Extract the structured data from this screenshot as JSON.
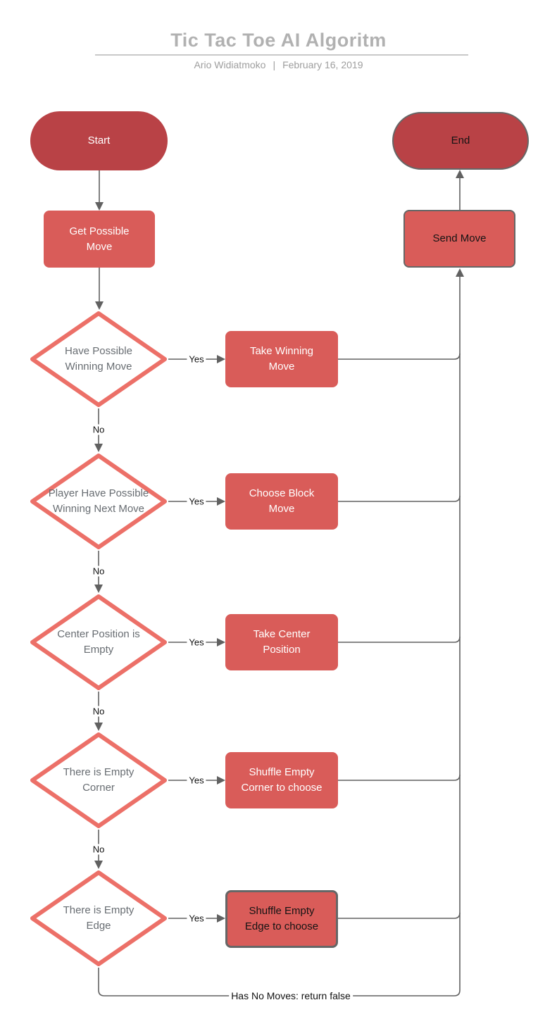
{
  "header": {
    "title": "Tic Tac Toe AI Algoritm",
    "author": "Ario Widiatmoko",
    "separator": "|",
    "date": "February 16, 2019"
  },
  "nodes": {
    "start": {
      "label": "Start",
      "type": "terminator"
    },
    "end": {
      "label": "End",
      "type": "terminator"
    },
    "get_possible_move": {
      "label": "Get Possible Move",
      "type": "process"
    },
    "send_move": {
      "label": "Send Move",
      "type": "process"
    }
  },
  "decisions": [
    {
      "label": "Have Possible Winning Move"
    },
    {
      "label": "Player Have Possible Winning Next Move"
    },
    {
      "label": "Center Position is Empty"
    },
    {
      "label": "There is Empty Corner"
    },
    {
      "label": "There is Empty Edge"
    }
  ],
  "actions": [
    {
      "label": "Take Winning Move"
    },
    {
      "label": "Choose Block Move"
    },
    {
      "label": "Take Center Position"
    },
    {
      "label": "Shuffle Empty Corner to choose"
    },
    {
      "label": "Shuffle Empty Edge to choose"
    }
  ],
  "edge_labels": {
    "yes": "Yes",
    "no": "No",
    "no_moves": "Has No Moves: return false"
  },
  "colors": {
    "terminator_fill": "#b94246",
    "process_fill": "#d95c59",
    "decision_border": "#ec7068",
    "decision_text": "#686d72",
    "connector": "#616161",
    "node_border": "#666666",
    "title_text": "#b1b1b1",
    "subtitle_text": "#9e9e9e"
  }
}
